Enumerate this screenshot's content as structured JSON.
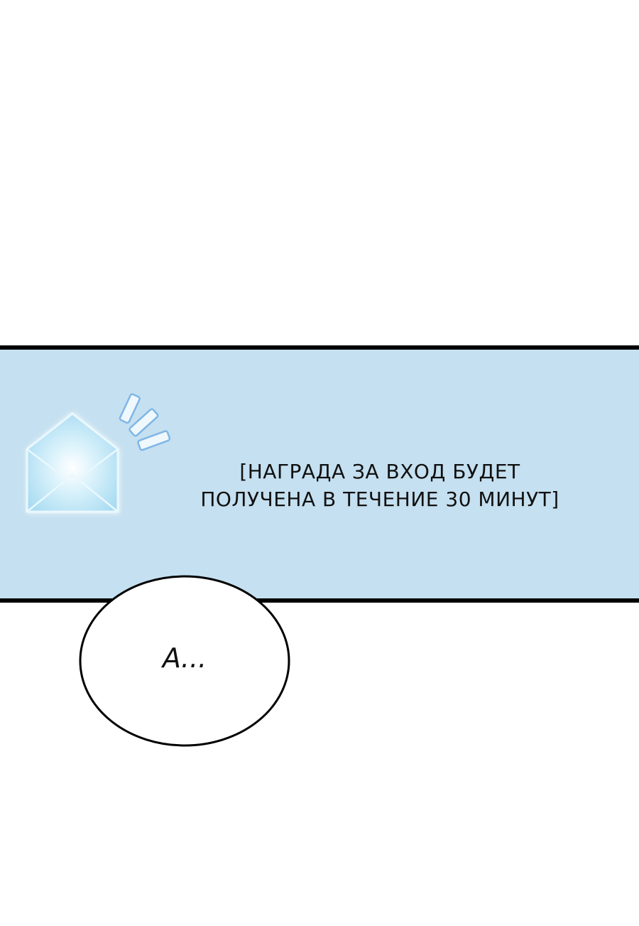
{
  "notification": {
    "line1": "[НАГРАДА ЗА ВХОД БУДЕТ",
    "line2": "ПОЛУЧЕНА В ТЕЧЕНИЕ 30 МИНУТ]",
    "icon": "mail-icon",
    "panel_color": "#c5e0f0",
    "icon_color": "#a9dcf2"
  },
  "speech": {
    "text": "А..."
  }
}
